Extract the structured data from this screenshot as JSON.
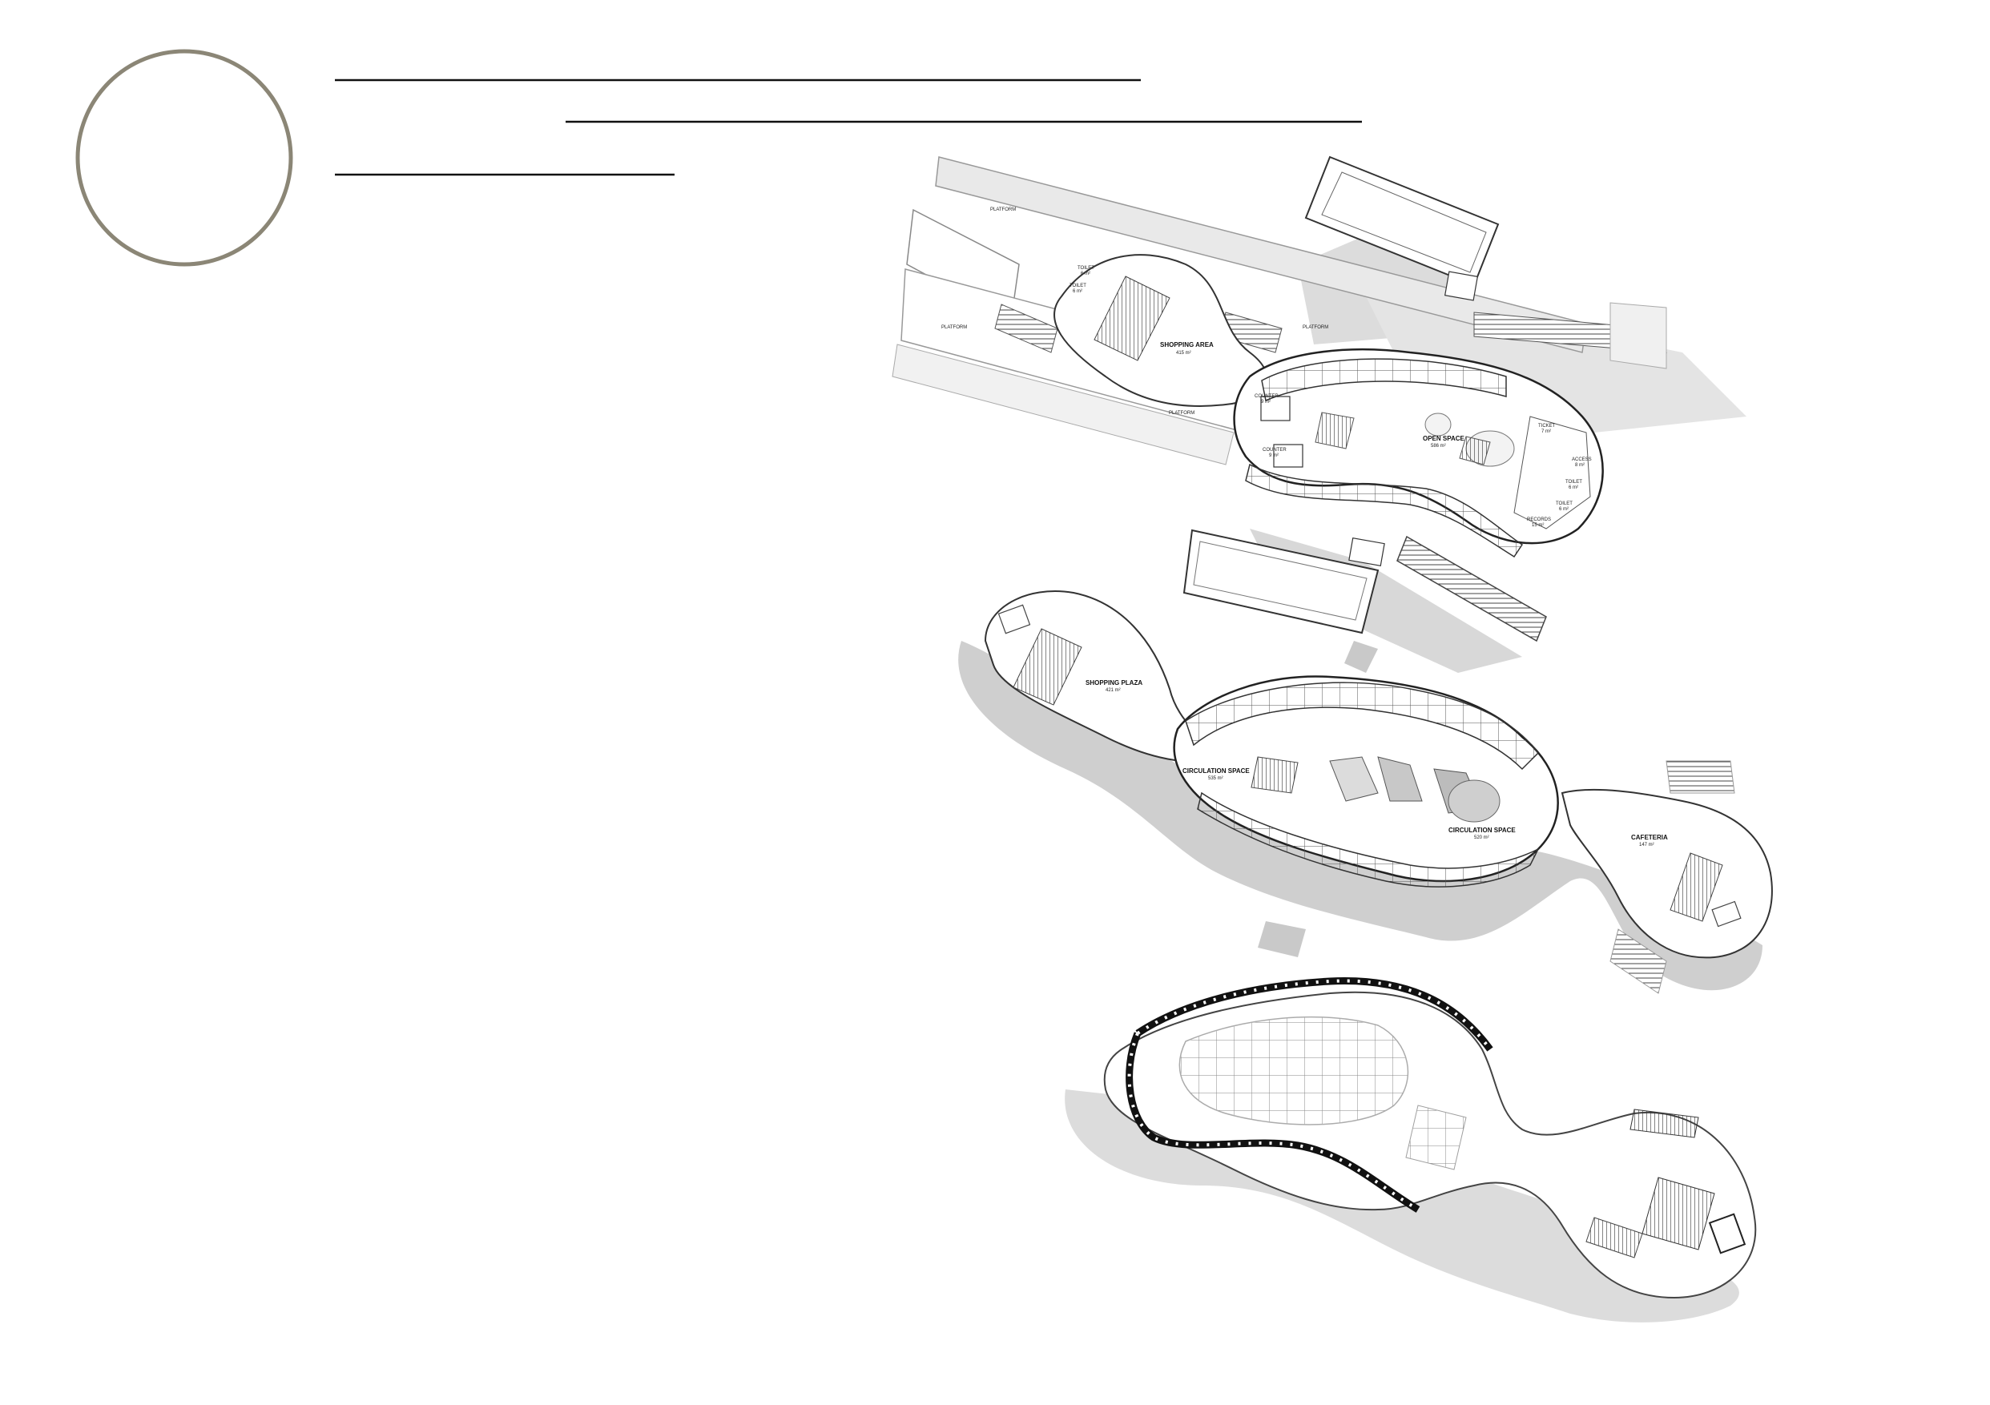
{
  "sheet": {
    "background": "#ffffff",
    "emblem_color": "#8b8676",
    "line_color": "#111111"
  },
  "plans": {
    "level_1": {
      "platform_1": "PLATFORM",
      "platform_2": "PLATFORM",
      "platform_3": "PLATFORM",
      "platform_4": "PLATFORM",
      "toilet_1": "TOILET",
      "toilet_1_area": "6 m²",
      "toilet_2": "TOILET",
      "toilet_2_area": "6 m²",
      "shopping_area": "SHOPPING AREA",
      "shopping_area_size": "415 m²",
      "counter_1": "COUNTER",
      "counter_1_area": "9 m²",
      "counter_2": "COUNTER",
      "counter_2_area": "9 m²",
      "open_space": "OPEN SPACE",
      "open_space_area": "586 m²",
      "ticket": "TICKET",
      "ticket_area": "7 m²",
      "access": "ACCESS",
      "access_area": "8 m²",
      "toilet_3": "TOILET",
      "toilet_3_area": "6 m²",
      "toilet_4": "TOILET",
      "toilet_4_area": "6 m²",
      "records": "RECORDS",
      "records_area": "15 m²"
    },
    "level_2": {
      "shopping_plaza": "SHOPPING PLAZA",
      "shopping_plaza_area": "421 m²",
      "circulation_1": "CIRCULATION SPACE",
      "circulation_1_area": "535 m²",
      "circulation_2": "CIRCULATION SPACE",
      "circulation_2_area": "520 m²",
      "cafeteria": "CAFETERIA",
      "cafeteria_area": "147 m²"
    }
  }
}
